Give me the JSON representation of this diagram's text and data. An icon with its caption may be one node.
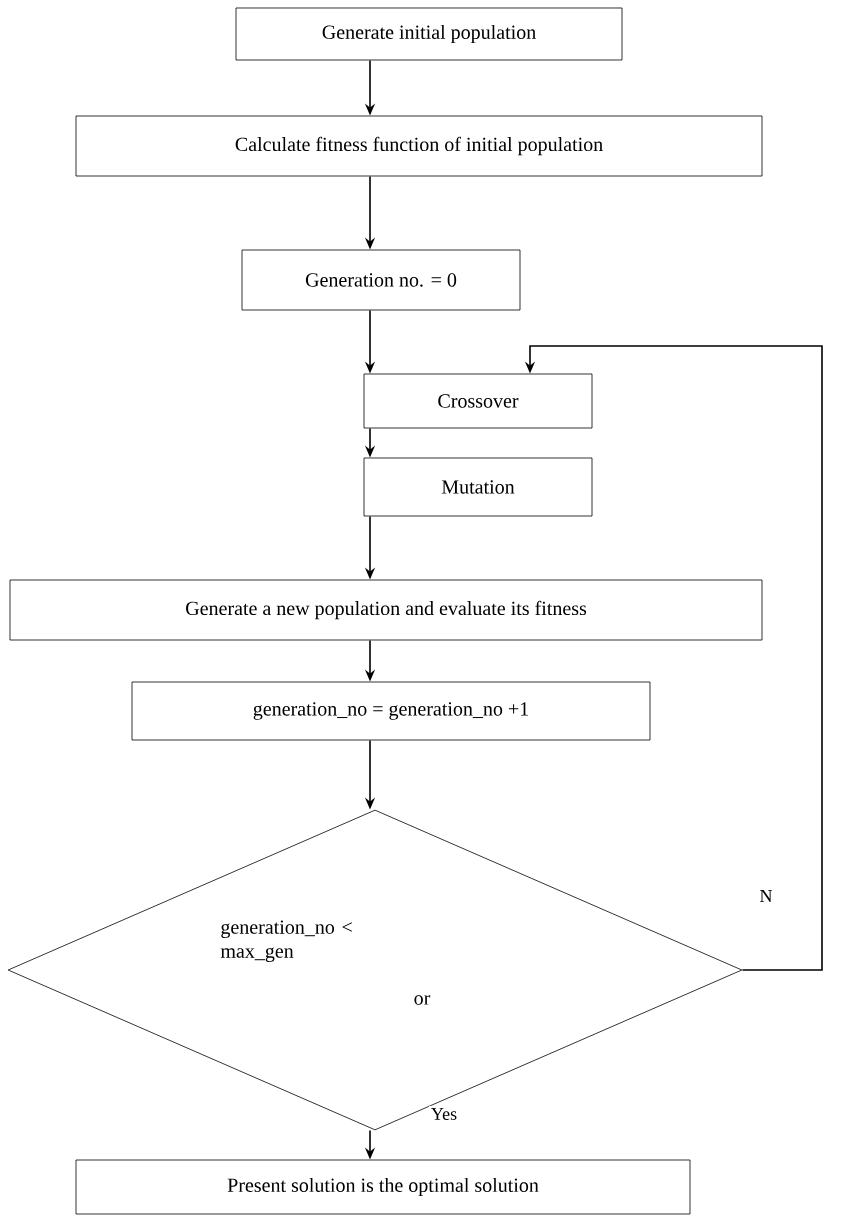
{
  "diagram": {
    "nodes": [
      {
        "text": [
          "Generate initial population"
        ]
      },
      {
        "text": [
          "Calculate fitness function of initial population"
        ]
      },
      {
        "text": [
          "Generation no. = 0"
        ]
      },
      {
        "text": [
          "Crossover"
        ]
      },
      {
        "text": [
          "Mutation"
        ]
      },
      {
        "text": [
          "Generate a new population and evaluate its fitness"
        ]
      },
      {
        "text": [
          "generation_no = generation_no +1"
        ]
      },
      {
        "text": [
          "generation_no < max_gen",
          "or"
        ]
      },
      {
        "text": [
          "Present solution is the optimal solution"
        ]
      }
    ],
    "edges": [
      {
        "from": 0,
        "to": 1,
        "arrow": "to"
      },
      {
        "from": 1,
        "to": 2,
        "arrow": "to"
      },
      {
        "from": 2,
        "to": 3,
        "arrow": "to"
      },
      {
        "from": 3,
        "to": 4,
        "arrow": "to"
      },
      {
        "from": 4,
        "to": 5,
        "arrow": "to"
      },
      {
        "from": 5,
        "to": 6,
        "arrow": "to"
      },
      {
        "from": 6,
        "to": 7,
        "arrow": "to"
      },
      {
        "from": 7,
        "to": 8,
        "arrow": "to",
        "label": "Yes"
      },
      {
        "from": 7,
        "to": 3,
        "arrow": "to",
        "label": "N"
      }
    ]
  }
}
